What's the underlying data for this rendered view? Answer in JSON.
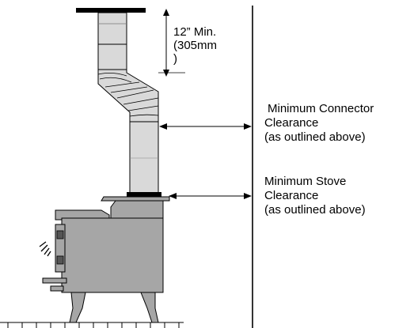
{
  "top_clearance": {
    "line1": "12” Min.",
    "line2": "(305mm",
    "line3": ")"
  },
  "connector_clearance": {
    "line1": "Minimum Connector",
    "line2": "Clearance",
    "line3": "(as outlined above)"
  },
  "stove_clearance": {
    "line1": "Minimum Stove",
    "line2": "Clearance",
    "line3": "(as outlined above)"
  },
  "colors": {
    "pipe_fill": "#d9d9d9",
    "stove_fill": "#a6a6a6",
    "stove_dark": "#808080",
    "line": "#000000"
  }
}
